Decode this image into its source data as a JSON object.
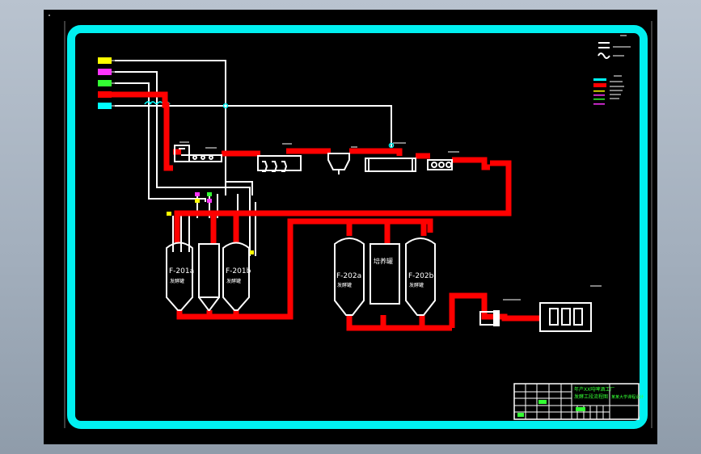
{
  "viewer": {
    "background_gradient": [
      "#b9c3cf",
      "#8f9caa"
    ],
    "canvas_color": "#000000"
  },
  "drawing": {
    "frame_color": "#00f0f0",
    "process_line_color": "#ff0000",
    "utility_line_color": "#ffffff",
    "equipment_color": "#ffffff",
    "vessels": {
      "f201a": {
        "tag": "F-201a",
        "sub": "发酵罐"
      },
      "f201b": {
        "tag": "F-201b",
        "sub": "发酵罐"
      },
      "f202a": {
        "tag": "F-202a",
        "sub": "发酵罐"
      },
      "f202b": {
        "tag": "F-202b",
        "sub": "发酵罐"
      },
      "mid_tank": {
        "label": "培养罐"
      }
    },
    "title_block": {
      "project_line1": "年产XX吨啤酒工厂",
      "project_line2": "发酵工段流程图",
      "right_text": "某某大学课程设计"
    }
  }
}
